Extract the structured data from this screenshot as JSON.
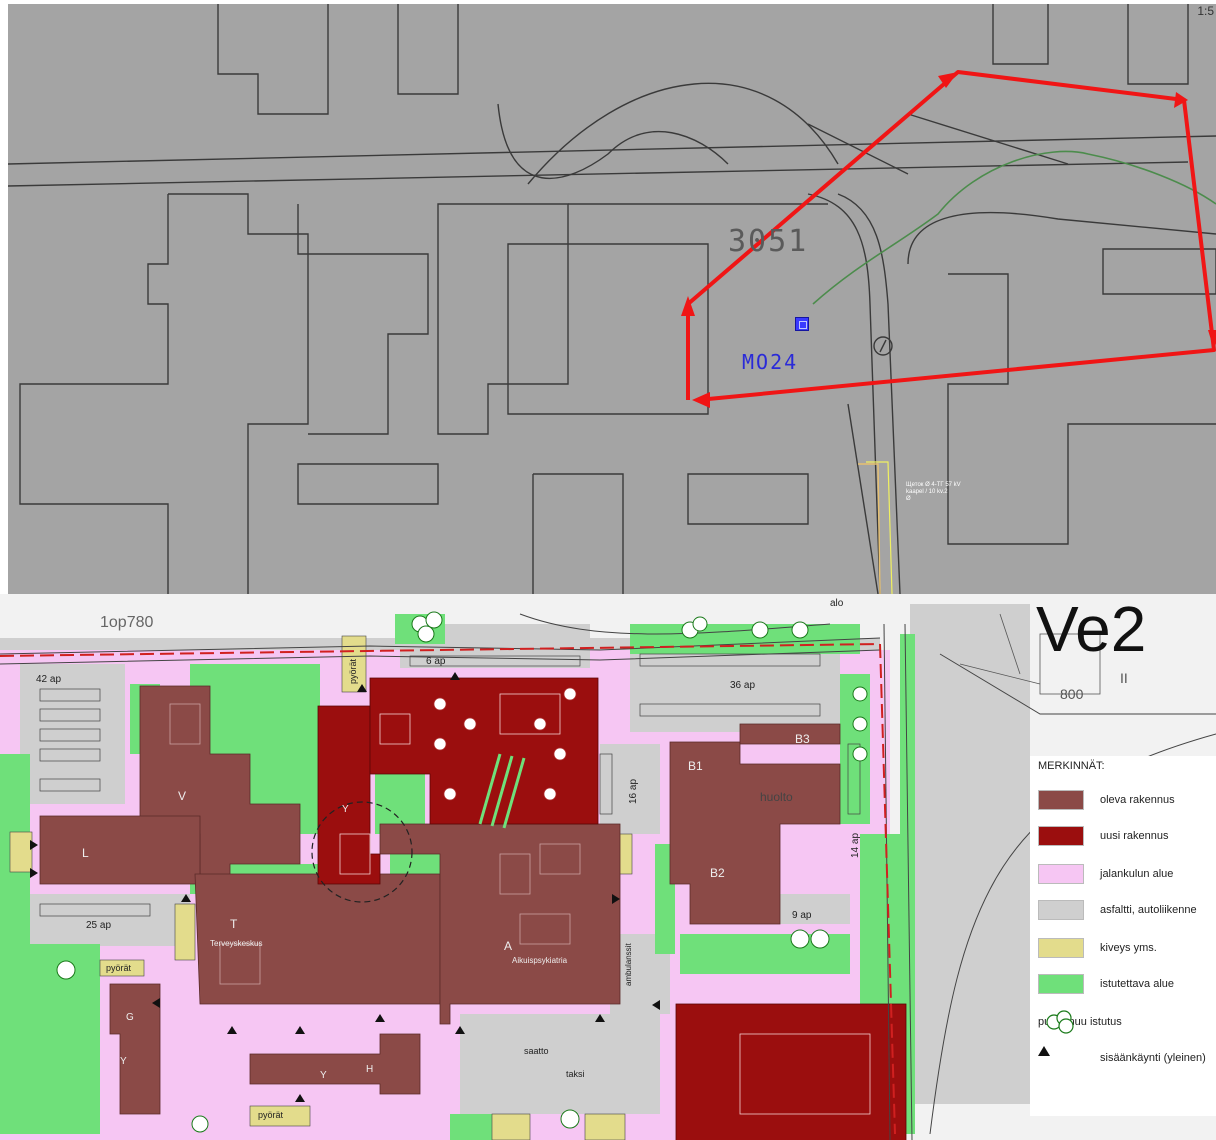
{
  "top_map": {
    "scale_label": "1:5",
    "parcel_number": "3051",
    "point_id": "MO24",
    "note_lines": [
      "Щеток Ø 4-ТГ 57 kV",
      "kaapel / 10 kv.2",
      "Ø"
    ]
  },
  "bottom_map": {
    "title": "Ve2",
    "plan_tag": "1op780",
    "elevation_800": "800",
    "elevation_ii": "II",
    "alo": "alo",
    "building_labels": {
      "v": "V",
      "l": "L",
      "t": "T",
      "terveys": "Terveyskeskus",
      "a": "A",
      "aikuis": "Aikuispsykiatria",
      "b1": "B1",
      "b2": "B2",
      "b3": "B3",
      "huolto": "huolto",
      "g": "G",
      "y": "Y",
      "h": "H",
      "y1": "Y",
      "y2": "Y"
    },
    "parking": {
      "p42": "42 ap",
      "p6": "6 ap",
      "p36": "36 ap",
      "p16": "16 ap",
      "p14": "14 ap",
      "p9": "9 ap",
      "p25": "25 ap"
    },
    "misc": {
      "pyorat": "pyörät",
      "ambulanssit": "ambulanssit",
      "taksi": "taksi",
      "saatto": "saatto"
    },
    "legend": {
      "title": "MERKINNÄT:",
      "items": [
        {
          "label": "oleva rakennus",
          "color": "#8b4a47"
        },
        {
          "label": "uusi rakennus",
          "color": "#9b0e0e"
        },
        {
          "label": "jalankulun alue",
          "color": "#f6c6f3"
        },
        {
          "label": "asfaltti, autoliikenne",
          "color": "#cfcfcf"
        },
        {
          "label": "kiveys yms.",
          "color": "#e3dc8c"
        },
        {
          "label": "istutettava alue",
          "color": "#6fe07a"
        },
        {
          "label": "puu / muu istutus",
          "icon": "tree-icon"
        },
        {
          "label": "sisäänkäynti (yleinen)",
          "icon": "entrance-triangle-icon"
        }
      ]
    }
  },
  "colors": {
    "cad_background": "#a4a4a4",
    "cad_line": "#3a3a3a",
    "boundary_red": "#f01515",
    "point_blue": "#3a3aff",
    "existing_building": "#8b4a47",
    "new_building": "#9b0e0e",
    "pedestrian": "#f6c6f3",
    "asphalt": "#cfcfcf",
    "planting": "#6fe07a",
    "paving": "#e3dc8c"
  }
}
